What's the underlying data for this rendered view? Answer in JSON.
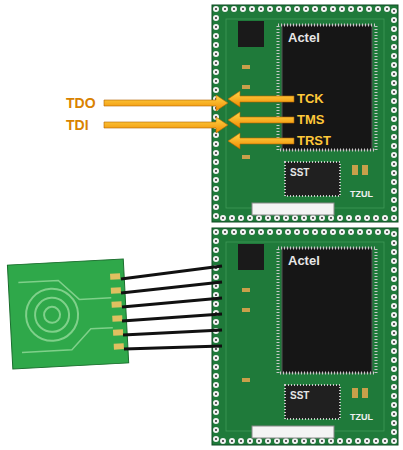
{
  "diagram": {
    "labels": [
      "TDO",
      "TDI",
      "TCK",
      "TMS",
      "TRST",
      "Actel",
      "SST",
      "TZUL",
      "Actel",
      "SST",
      "TZUL"
    ]
  }
}
